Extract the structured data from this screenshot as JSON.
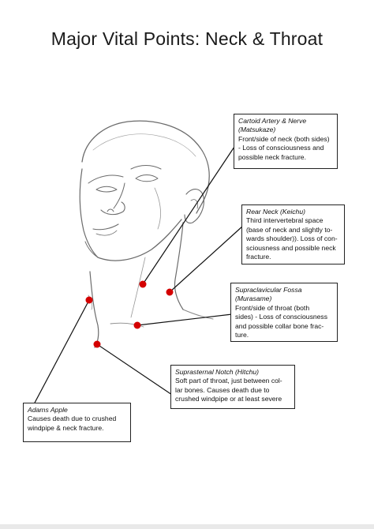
{
  "title": "Major Vital Points: Neck & Throat",
  "callouts": [
    {
      "id": "carotid",
      "heading_lines": [
        "Cartoid Artery & Nerve",
        "(Matsukaze)"
      ],
      "body_lines": [
        "Front/side of neck (both sides)",
        "- Loss of consciousness and",
        "possible neck fracture."
      ]
    },
    {
      "id": "rear-neck",
      "heading_lines": [
        "Rear Neck (Keichu)"
      ],
      "body_lines": [
        "Third intervertebral space",
        "(base of neck and slightly to-",
        "wards shoulder)). Loss of con-",
        "sciousness and possible neck",
        "fracture."
      ]
    },
    {
      "id": "supraclavicular",
      "heading_lines": [
        "Supraclavicular Fossa",
        "(Murasame)"
      ],
      "body_lines": [
        "Front/side of throat (both",
        "sides) - Loss of consciousness",
        "and possible collar bone frac-",
        "ture."
      ]
    },
    {
      "id": "suprasternal",
      "heading_lines": [
        "Suprasternal Notch (Hitchu)"
      ],
      "body_lines": [
        "Soft part of throat, just between col-",
        "lar bones. Causes death due to",
        "crushed windpipe or at least severe"
      ]
    },
    {
      "id": "adams-apple",
      "heading_lines": [
        "Adams Apple"
      ],
      "body_lines": [
        "Causes death due to crushed",
        "windpipe & neck fracture."
      ]
    }
  ],
  "colors": {
    "point": "#d40000",
    "line": "#111111",
    "sketch": "#6b6b6b"
  }
}
